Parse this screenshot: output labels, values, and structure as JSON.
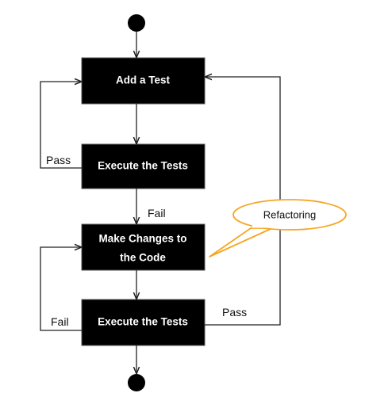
{
  "nodes": {
    "add_test": "Add a Test",
    "execute_tests_1": "Execute the Tests",
    "make_changes_line1": "Make Changes to",
    "make_changes_line2": "the Code",
    "execute_tests_2": "Execute the Tests"
  },
  "edges": {
    "pass_1": "Pass",
    "fail_1": "Fail",
    "fail_2": "Fail",
    "pass_2": "Pass"
  },
  "callout": {
    "label": "Refactoring"
  },
  "colors": {
    "box_fill": "#000000",
    "box_text": "#ffffff",
    "callout_border": "#f5a623",
    "line": "#222222"
  }
}
